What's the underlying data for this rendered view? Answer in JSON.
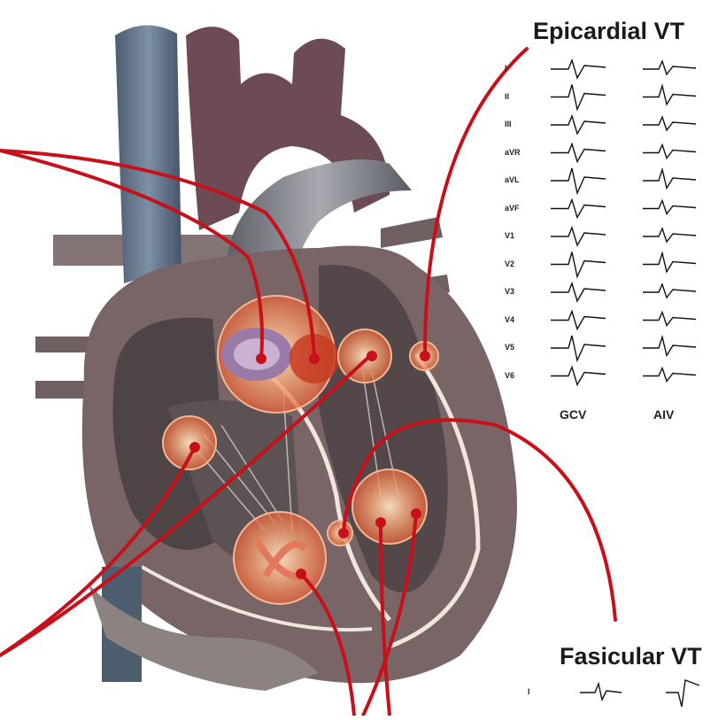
{
  "epicardial": {
    "title": "Epicardial VT",
    "leads": [
      "I",
      "II",
      "III",
      "aVR",
      "aVL",
      "aVF",
      "V1",
      "V2",
      "V3",
      "V4",
      "V5",
      "V6"
    ],
    "columns": [
      "GCV",
      "AIV"
    ]
  },
  "fascicular": {
    "title": "Fasicular VT",
    "first_lead": "I"
  },
  "colors": {
    "pointer_line": "#c8101a",
    "myocardium": "#7a6566",
    "vessel_blue": "#566a80",
    "aorta": "#6e4d55",
    "highlight": "#f08a5e"
  }
}
